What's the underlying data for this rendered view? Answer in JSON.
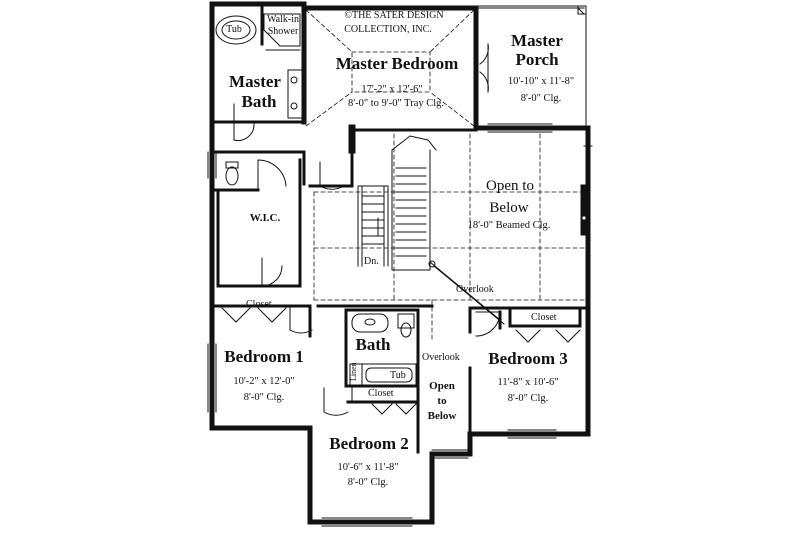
{
  "copyright": [
    "©THE SATER DESIGN",
    "COLLECTION, INC."
  ],
  "rooms": {
    "master_bedroom": {
      "name": "Master Bedroom",
      "dims": "17'-2\" x 12'-6\"",
      "ceiling": "8'-0\" to 9'-0\" Tray Clg."
    },
    "master_porch": {
      "name": [
        "Master",
        "Porch"
      ],
      "dims": "10'-10\" x 11'-8\"",
      "ceiling": "8'-0\" Clg."
    },
    "master_bath": {
      "name": [
        "Master",
        "Bath"
      ]
    },
    "wic": {
      "name": "W.I.C."
    },
    "open_to_below_main": {
      "name": [
        "Open to",
        "Below"
      ],
      "ceiling": "18'-0\" Beamed Clg."
    },
    "bedroom1": {
      "name": "Bedroom 1",
      "dims": "10'-2\" x 12'-0\"",
      "ceiling": "8'-0\" Clg."
    },
    "bedroom2": {
      "name": "Bedroom 2",
      "dims": "10'-6\" x 11'-8\"",
      "ceiling": "8'-0\" Clg."
    },
    "bedroom3": {
      "name": "Bedroom 3",
      "dims": "11'-8\" x 10'-6\"",
      "ceiling": "8'-0\" Clg."
    },
    "bath": {
      "name": "Bath"
    },
    "open_to_below_small": {
      "name": [
        "Open",
        "to",
        "Below"
      ]
    }
  },
  "fixtures": {
    "tub_master": "Tub",
    "walk_in_shower": [
      "Walk-in",
      "Shower"
    ],
    "tub_bath": "Tub",
    "linen": "Linen",
    "closet_labels": [
      "Closet",
      "Closet",
      "Closet"
    ],
    "stair_dn": "Dn.",
    "overlook_labels": [
      "Overlook",
      "Overlook"
    ]
  }
}
